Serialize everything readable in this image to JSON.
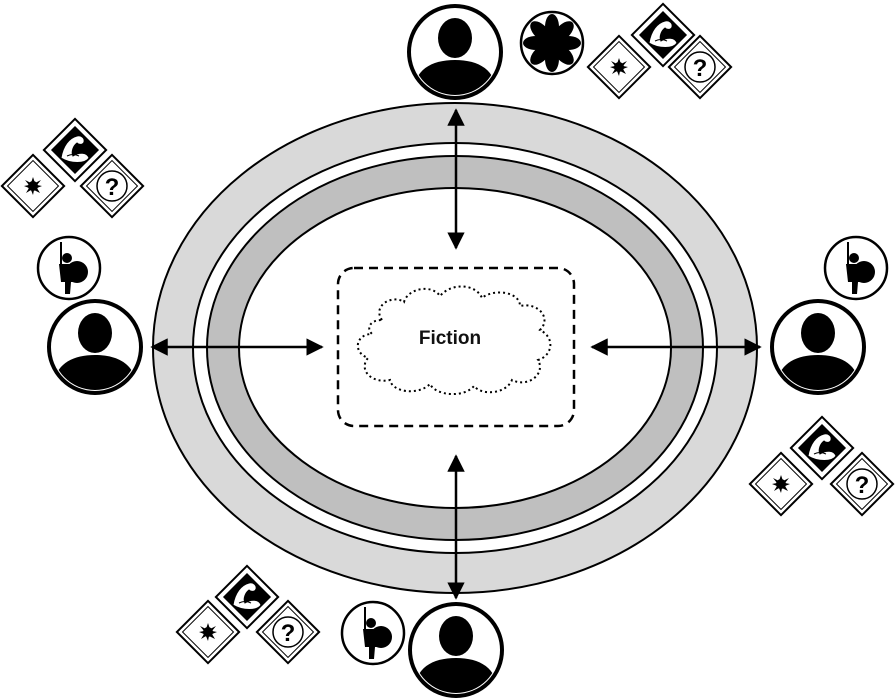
{
  "diagram": {
    "center_label": "Fiction",
    "colors": {
      "outer_ring": "#d9d9d9",
      "inner_ring": "#bfbfbf",
      "stroke": "#000000",
      "background": "#ffffff"
    },
    "players": [
      {
        "name": "top",
        "icons": [
          "flower-token-icon",
          "strength-card-icon",
          "magic-card-icon",
          "question-card-icon"
        ]
      },
      {
        "name": "left",
        "icons": [
          "strength-card-icon",
          "magic-card-icon",
          "question-card-icon",
          "warrior-token-icon"
        ]
      },
      {
        "name": "right",
        "icons": [
          "warrior-token-icon",
          "strength-card-icon",
          "magic-card-icon",
          "question-card-icon"
        ]
      },
      {
        "name": "bottom",
        "icons": [
          "strength-card-icon",
          "magic-card-icon",
          "question-card-icon",
          "warrior-token-icon"
        ]
      }
    ]
  }
}
